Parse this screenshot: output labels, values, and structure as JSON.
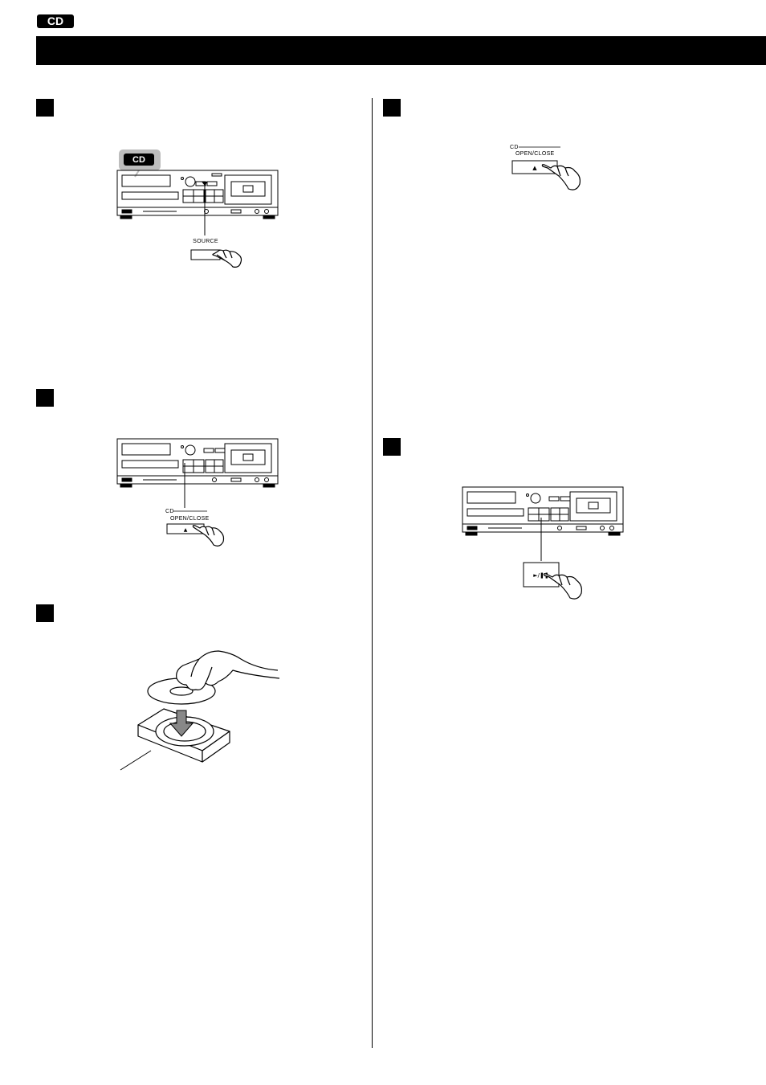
{
  "page": {
    "tag": "CD"
  },
  "steps": {
    "step1": {
      "display_tag": "CD",
      "button_label": "SOURCE"
    },
    "step2": {
      "label_top": "CD",
      "label_bottom": "OPEN/CLOSE",
      "button_symbol": "▲"
    },
    "step4": {
      "label_top": "CD",
      "label_bottom": "OPEN/CLOSE",
      "button_symbol": "▲"
    },
    "step5": {
      "button_symbol": "►/❚❚"
    }
  },
  "colors": {
    "ink": "#000000",
    "paper": "#ffffff",
    "highlight_gray": "#bdbdbd"
  }
}
